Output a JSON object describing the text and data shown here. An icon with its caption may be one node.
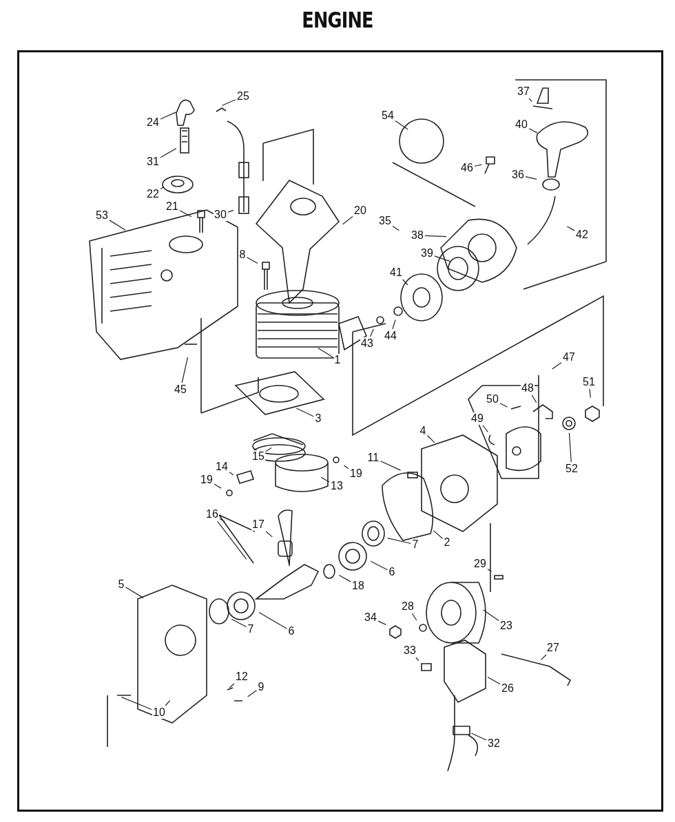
{
  "diagram": {
    "title": "ENGINE",
    "nodes": [
      {
        "text": [
          "37"
        ]
      },
      {
        "text": [
          "25"
        ]
      },
      {
        "text": [
          "54"
        ]
      },
      {
        "text": [
          "24"
        ]
      },
      {
        "text": [
          "40"
        ]
      },
      {
        "text": [
          "31"
        ]
      },
      {
        "text": [
          "46"
        ]
      },
      {
        "text": [
          "36"
        ]
      },
      {
        "text": [
          "22"
        ]
      },
      {
        "text": [
          "21"
        ]
      },
      {
        "text": [
          "53"
        ]
      },
      {
        "text": [
          "30"
        ]
      },
      {
        "text": [
          "20"
        ]
      },
      {
        "text": [
          "35"
        ]
      },
      {
        "text": [
          "42"
        ]
      },
      {
        "text": [
          "38"
        ]
      },
      {
        "text": [
          "8"
        ]
      },
      {
        "text": [
          "39"
        ]
      },
      {
        "text": [
          "41"
        ]
      },
      {
        "text": [
          "44"
        ]
      },
      {
        "text": [
          "43"
        ]
      },
      {
        "text": [
          "47"
        ]
      },
      {
        "text": [
          "1"
        ]
      },
      {
        "text": [
          "51"
        ]
      },
      {
        "text": [
          "48"
        ]
      },
      {
        "text": [
          "45"
        ]
      },
      {
        "text": [
          "50"
        ]
      },
      {
        "text": [
          "3"
        ]
      },
      {
        "text": [
          "49"
        ]
      },
      {
        "text": [
          "4"
        ]
      },
      {
        "text": [
          "15"
        ]
      },
      {
        "text": [
          "11"
        ]
      },
      {
        "text": [
          "14"
        ]
      },
      {
        "text": [
          "19"
        ]
      },
      {
        "text": [
          "52"
        ]
      },
      {
        "text": [
          "19"
        ]
      },
      {
        "text": [
          "13"
        ]
      },
      {
        "text": [
          "16"
        ]
      },
      {
        "text": [
          "17"
        ]
      },
      {
        "text": [
          "2"
        ]
      },
      {
        "text": [
          "7"
        ]
      },
      {
        "text": [
          "29"
        ]
      },
      {
        "text": [
          "6"
        ]
      },
      {
        "text": [
          "5"
        ]
      },
      {
        "text": [
          "18"
        ]
      },
      {
        "text": [
          "28"
        ]
      },
      {
        "text": [
          "34"
        ]
      },
      {
        "text": [
          "23"
        ]
      },
      {
        "text": [
          "7"
        ]
      },
      {
        "text": [
          "6"
        ]
      },
      {
        "text": [
          "27"
        ]
      },
      {
        "text": [
          "33"
        ]
      },
      {
        "text": [
          "12"
        ]
      },
      {
        "text": [
          "9"
        ]
      },
      {
        "text": [
          "26"
        ]
      },
      {
        "text": [
          "10"
        ]
      },
      {
        "text": [
          "32"
        ]
      }
    ],
    "edges": [
      {
        "from": 0,
        "to": null,
        "arrow": "none"
      },
      {
        "from": 1,
        "to": null,
        "arrow": "none"
      },
      {
        "from": 2,
        "to": null,
        "arrow": "none"
      },
      {
        "from": 3,
        "to": null,
        "arrow": "none"
      },
      {
        "from": 4,
        "to": null,
        "arrow": "none"
      },
      {
        "from": 5,
        "to": null,
        "arrow": "none"
      },
      {
        "from": 6,
        "to": null,
        "arrow": "none"
      },
      {
        "from": 7,
        "to": null,
        "arrow": "none"
      },
      {
        "from": 8,
        "to": null,
        "arrow": "none"
      },
      {
        "from": 9,
        "to": null,
        "arrow": "none"
      },
      {
        "from": 10,
        "to": null,
        "arrow": "none"
      },
      {
        "from": 11,
        "to": null,
        "arrow": "none"
      },
      {
        "from": 12,
        "to": null,
        "arrow": "none"
      },
      {
        "from": 13,
        "to": null,
        "arrow": "none"
      },
      {
        "from": 14,
        "to": null,
        "arrow": "none"
      },
      {
        "from": 15,
        "to": null,
        "arrow": "none"
      },
      {
        "from": 16,
        "to": null,
        "arrow": "none"
      },
      {
        "from": 17,
        "to": null,
        "arrow": "none"
      },
      {
        "from": 18,
        "to": null,
        "arrow": "none"
      },
      {
        "from": 19,
        "to": null,
        "arrow": "none"
      },
      {
        "from": 20,
        "to": null,
        "arrow": "none"
      },
      {
        "from": 21,
        "to": null,
        "arrow": "none"
      },
      {
        "from": 22,
        "to": null,
        "arrow": "none"
      },
      {
        "from": 23,
        "to": null,
        "arrow": "none"
      },
      {
        "from": 24,
        "to": null,
        "arrow": "none"
      },
      {
        "from": 25,
        "to": null,
        "arrow": "none"
      },
      {
        "from": 26,
        "to": null,
        "arrow": "none"
      },
      {
        "from": 27,
        "to": null,
        "arrow": "none"
      },
      {
        "from": 28,
        "to": null,
        "arrow": "none"
      },
      {
        "from": 29,
        "to": null,
        "arrow": "none"
      },
      {
        "from": 30,
        "to": null,
        "arrow": "none"
      },
      {
        "from": 31,
        "to": null,
        "arrow": "none"
      },
      {
        "from": 32,
        "to": null,
        "arrow": "none"
      },
      {
        "from": 33,
        "to": null,
        "arrow": "none"
      },
      {
        "from": 34,
        "to": null,
        "arrow": "none"
      },
      {
        "from": 35,
        "to": null,
        "arrow": "none"
      },
      {
        "from": 36,
        "to": null,
        "arrow": "none"
      },
      {
        "from": 37,
        "to": null,
        "arrow": "none"
      },
      {
        "from": 37,
        "to": null,
        "arrow": "none"
      },
      {
        "from": 38,
        "to": null,
        "arrow": "none"
      },
      {
        "from": 39,
        "to": null,
        "arrow": "none"
      },
      {
        "from": 40,
        "to": null,
        "arrow": "none"
      },
      {
        "from": 41,
        "to": null,
        "arrow": "none"
      },
      {
        "from": 42,
        "to": null,
        "arrow": "none"
      },
      {
        "from": 43,
        "to": null,
        "arrow": "none"
      },
      {
        "from": 44,
        "to": null,
        "arrow": "none"
      },
      {
        "from": 45,
        "to": null,
        "arrow": "none"
      },
      {
        "from": 46,
        "to": null,
        "arrow": "none"
      },
      {
        "from": 47,
        "to": null,
        "arrow": "none"
      },
      {
        "from": 48,
        "to": null,
        "arrow": "none"
      },
      {
        "from": 49,
        "to": null,
        "arrow": "none"
      },
      {
        "from": 50,
        "to": null,
        "arrow": "none"
      },
      {
        "from": 51,
        "to": null,
        "arrow": "none"
      },
      {
        "from": 52,
        "to": null,
        "arrow": "none"
      },
      {
        "from": 53,
        "to": null,
        "arrow": "none"
      },
      {
        "from": 54,
        "to": null,
        "arrow": "none"
      },
      {
        "from": 55,
        "to": null,
        "arrow": "none"
      },
      {
        "from": 55,
        "to": null,
        "arrow": "none"
      },
      {
        "from": 56,
        "to": null,
        "arrow": "none"
      }
    ]
  }
}
